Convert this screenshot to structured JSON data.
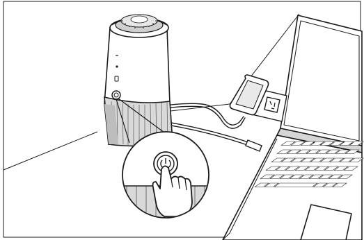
{
  "illustration": {
    "subject": "speaker-power-button-connection",
    "background": "#ffffff",
    "line_color": "#1a1a1a",
    "fill_light": "#ffffff",
    "fill_shade": "#d6d6d6",
    "fill_dark": "#bdbdbd",
    "icons": [
      "speaker-device",
      "power-button-icon",
      "usb-cable",
      "power-adapter",
      "laptop",
      "hand-pointer-icon",
      "zoom-callout"
    ]
  }
}
